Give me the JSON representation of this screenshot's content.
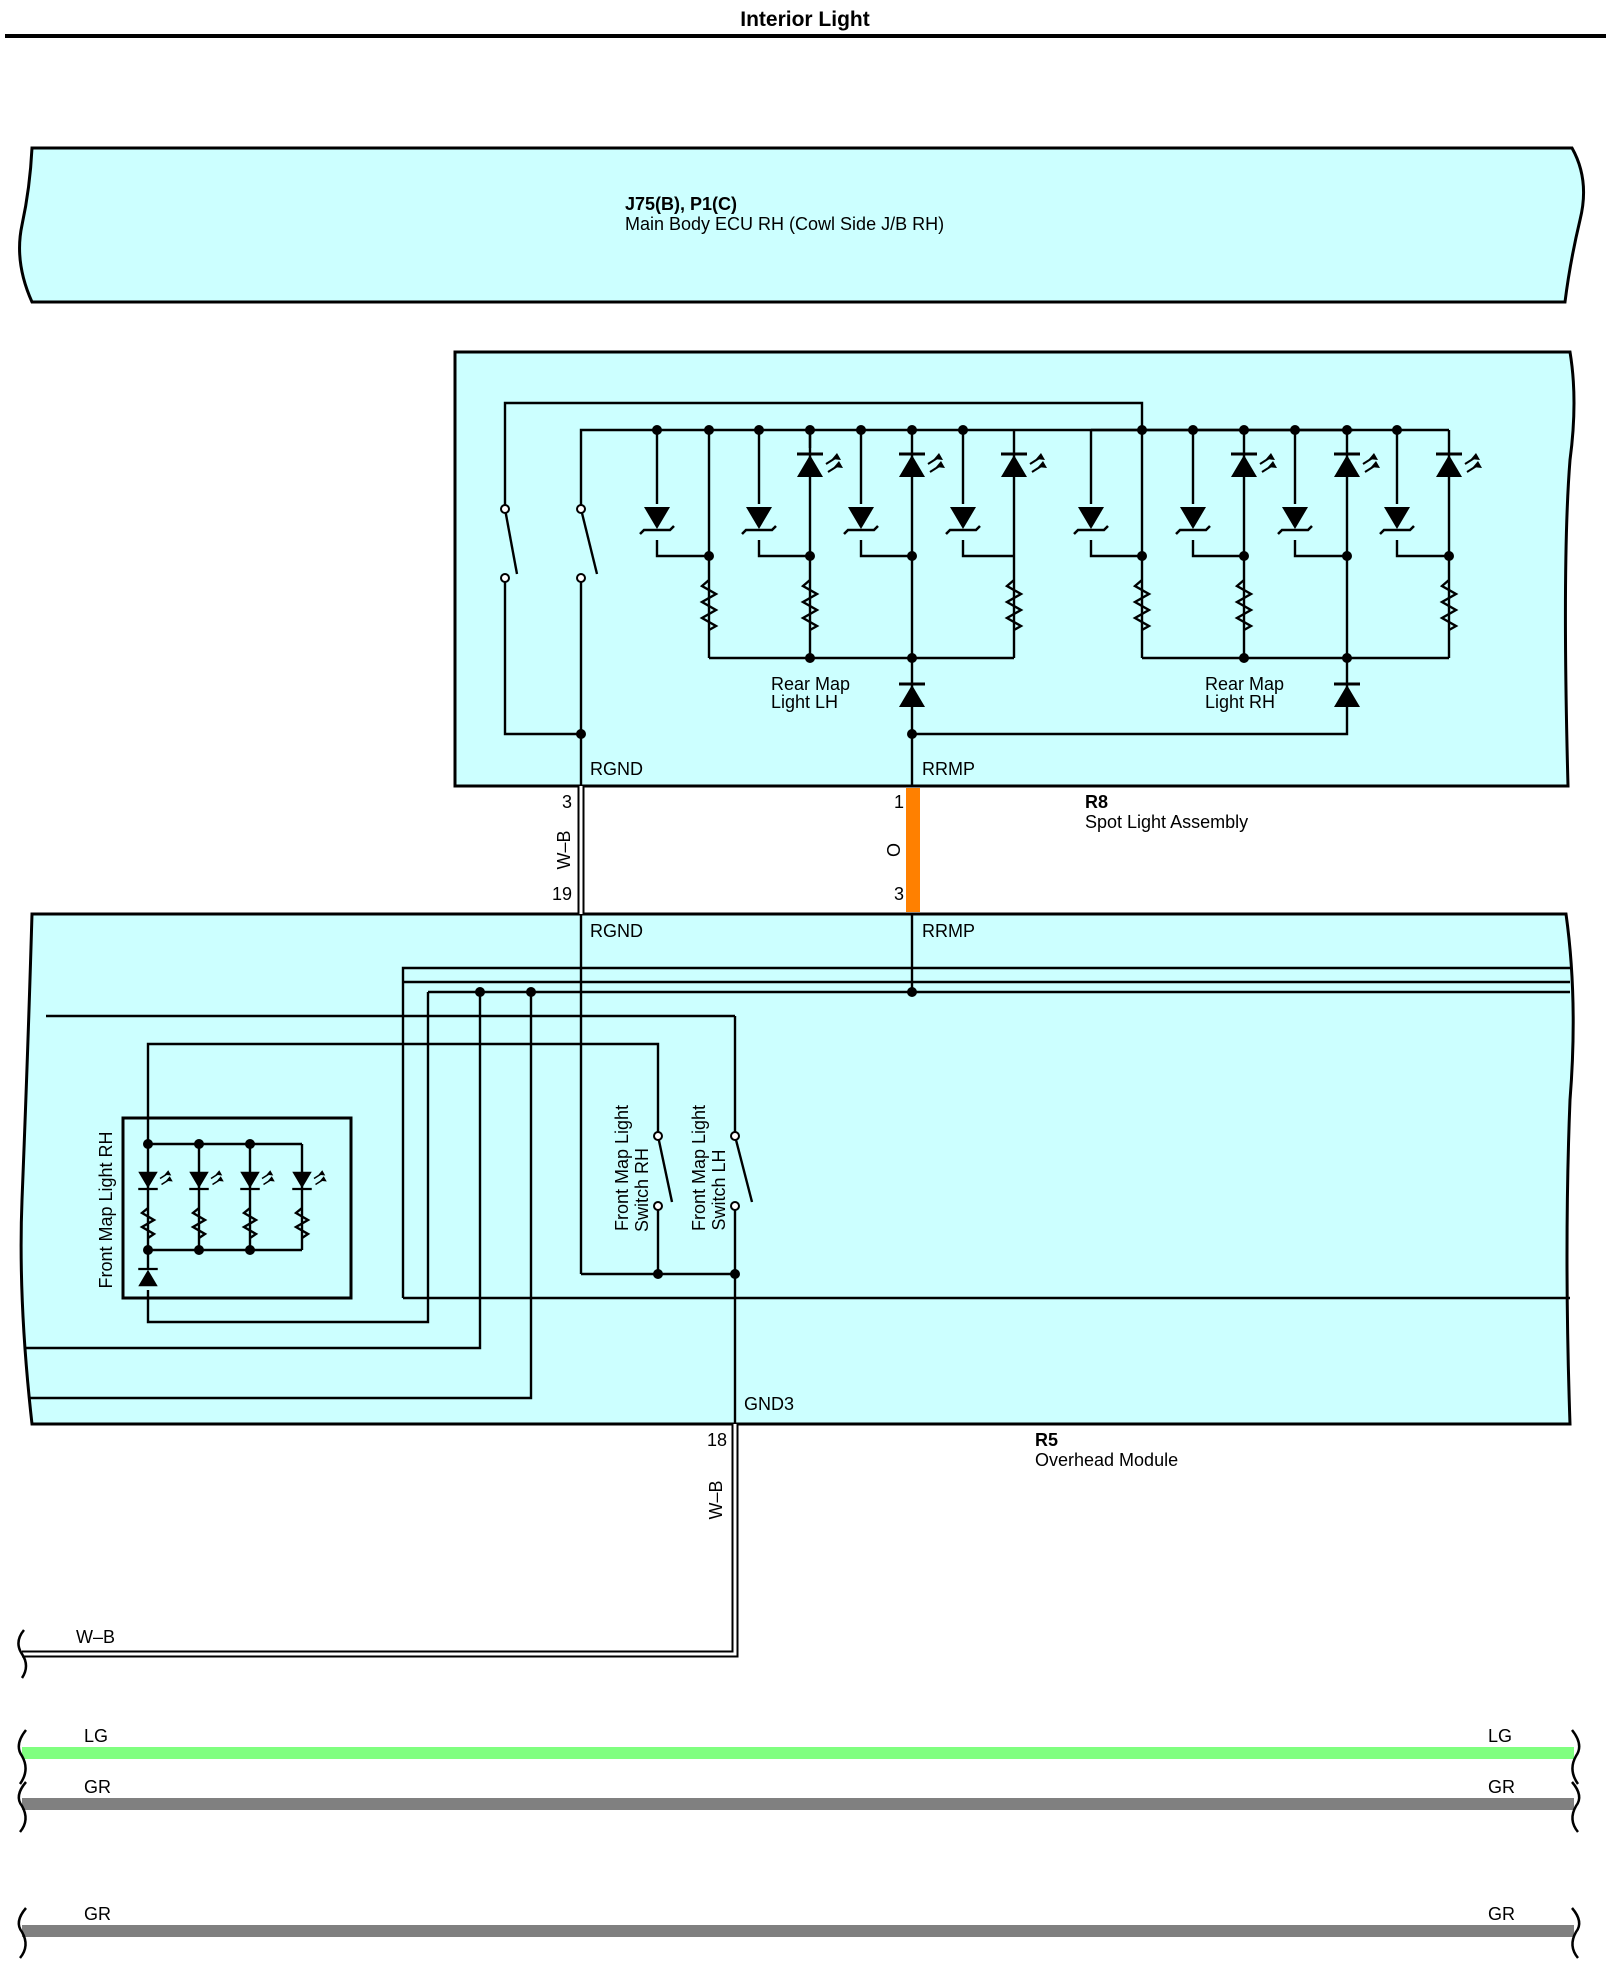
{
  "title": "Interior Light",
  "components": {
    "ecu": {
      "code": "J75(B), P1(C)",
      "name": "Main Body ECU RH (Cowl Side J/B RH)"
    },
    "spot_light": {
      "code": "R8",
      "name": "Spot Light Assembly",
      "terminal_left": "RGND",
      "terminal_right": "RRMP"
    },
    "overhead": {
      "code": "R5",
      "name": "Overhead Module",
      "terminal_left": "RGND",
      "terminal_right": "RRMP",
      "terminal_gnd": "GND3"
    }
  },
  "labels": {
    "rear_map_lh_1": "Rear Map",
    "rear_map_lh_2": "Light LH",
    "rear_map_rh_1": "Rear Map",
    "rear_map_rh_2": "Light RH",
    "front_map_rh": "Front Map Light RH",
    "sw_rh_1": "Front Map Light",
    "sw_rh_2": "Switch RH",
    "sw_lh_1": "Front Map Light",
    "sw_lh_2": "Switch LH"
  },
  "pins": {
    "r8_gnd": "3",
    "r8_rrmp": "1",
    "r5_gnd": "19",
    "r5_rrmp": "3",
    "r5_gnd3": "18"
  },
  "wires": {
    "wb_upper": "W–B",
    "orange": "O",
    "wb_lower": "W–B",
    "wb_horiz": "W–B",
    "lg_left": "LG",
    "lg_right": "LG",
    "gr1_left": "GR",
    "gr1_right": "GR",
    "gr2_left": "GR",
    "gr2_right": "GR"
  },
  "colors": {
    "box_fill": "#ccffff",
    "orange_wire": "#ff8000",
    "lg_wire": "#80ff80",
    "gr_wire": "#808080"
  }
}
